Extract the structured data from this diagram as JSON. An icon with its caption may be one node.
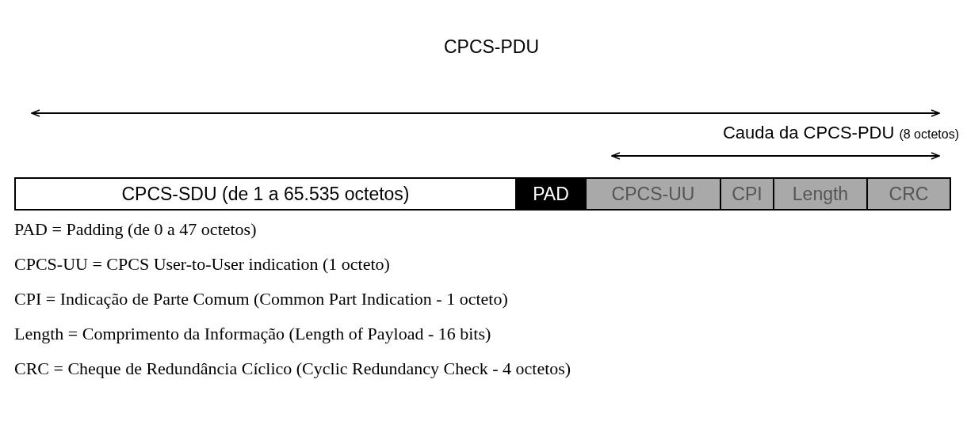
{
  "diagram": {
    "nodes": [
      {
        "text": [
          "CPCS-SDU (de 1 a 65.535 octetos)"
        ]
      },
      {
        "text": [
          "PAD"
        ]
      },
      {
        "text": [
          "CPCS-UU"
        ]
      },
      {
        "text": [
          "CPI"
        ]
      },
      {
        "text": [
          "Length"
        ]
      },
      {
        "text": [
          "CRC"
        ]
      }
    ],
    "labels": [
      "CPCS-PDU",
      "Cauda da CPCS-PDU",
      "(8 octetos)",
      "PAD = Padding (de 0 a 47 octetos)",
      "CPCS-UU = CPCS User-to-User indication (1 octeto)",
      "CPI = Indicação de Parte Comum (Common Part Indication - 1 octeto)",
      "Length = Comprimento da Informação (Length of Payload - 16 bits)",
      "CRC = Cheque de Redundância Cíclico (Cyclic Redundancy Check - 4 octetos)"
    ]
  }
}
